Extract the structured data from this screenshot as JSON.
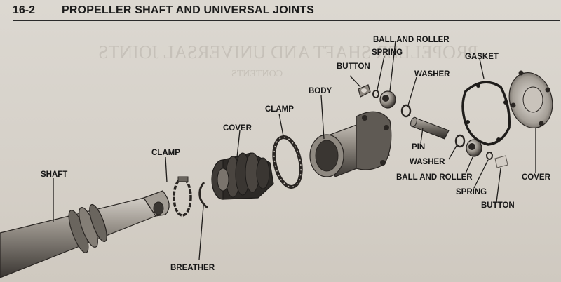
{
  "header": {
    "page_number": "16-2",
    "title": "PROPELLER SHAFT AND UNIVERSAL JOINTS"
  },
  "bleed_through": {
    "heading": "PROPELLER SHAFT AND UNIVERSAL JOINTS",
    "subheading": "CONTENTS"
  },
  "labels": {
    "shaft": "SHAFT",
    "clamp_left": "CLAMP",
    "breather": "BREATHER",
    "cover_left": "COVER",
    "clamp_right": "CLAMP",
    "body": "BODY",
    "button_top": "BUTTON",
    "spring_top": "SPRING",
    "ball_and_roller_top": "BALL AND ROLLER",
    "washer_top": "WASHER",
    "gasket": "GASKET",
    "pin": "PIN",
    "washer_bottom": "WASHER",
    "ball_and_roller_bottom": "BALL AND ROLLER",
    "spring_bottom": "SPRING",
    "button_bottom": "BUTTON",
    "cover_right": "COVER"
  }
}
